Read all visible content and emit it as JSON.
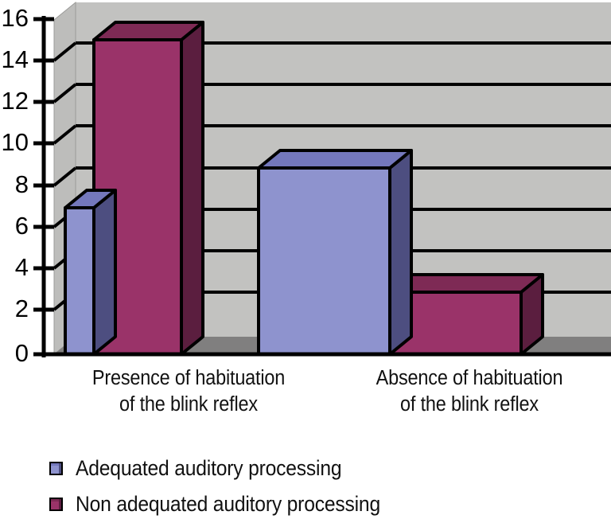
{
  "chart_data": {
    "type": "bar",
    "title": "",
    "xlabel": "",
    "ylabel": "",
    "ylim": [
      0,
      16
    ],
    "ytick_step": 2,
    "yticks": [
      "0",
      "2",
      "4",
      "6",
      "8",
      "10",
      "12",
      "14",
      "16"
    ],
    "grid": true,
    "three_d": true,
    "legend_position": "bottom-left",
    "categories": [
      "Presence of habituation\nof the blink reflex",
      "Absence of habituation\nof the blink reflex"
    ],
    "series": [
      {
        "name": "Adequated auditory processing",
        "values": [
          7,
          8
        ],
        "color_front": "#8e93ce",
        "color_side": "#4d4e80",
        "color_top": "#7478bc"
      },
      {
        "name": "Non adequated auditory processing",
        "values": [
          15,
          3
        ],
        "color_front": "#9a3369",
        "color_side": "#5b1e3f",
        "color_top": "#7e2a55"
      }
    ],
    "colors": {
      "wall": "#c2c2c0",
      "floor": "#807f7f",
      "side_wall": "#bfbfbd",
      "side_wall_shade": "#b6b6b4",
      "axis": "#000000",
      "grid": "#000000",
      "text": "#111111",
      "page_background": "#ffffff"
    }
  },
  "legend": {
    "items": [
      {
        "label": "Adequated auditory processing",
        "swatch": "legend-swatch-blue"
      },
      {
        "label": "Non adequated auditory processing",
        "swatch": "legend-swatch-magenta"
      }
    ]
  },
  "axis": {
    "y": {
      "labels": [
        "16",
        "14",
        "12",
        "10",
        "8",
        "6",
        "4",
        "2",
        "0"
      ]
    }
  }
}
